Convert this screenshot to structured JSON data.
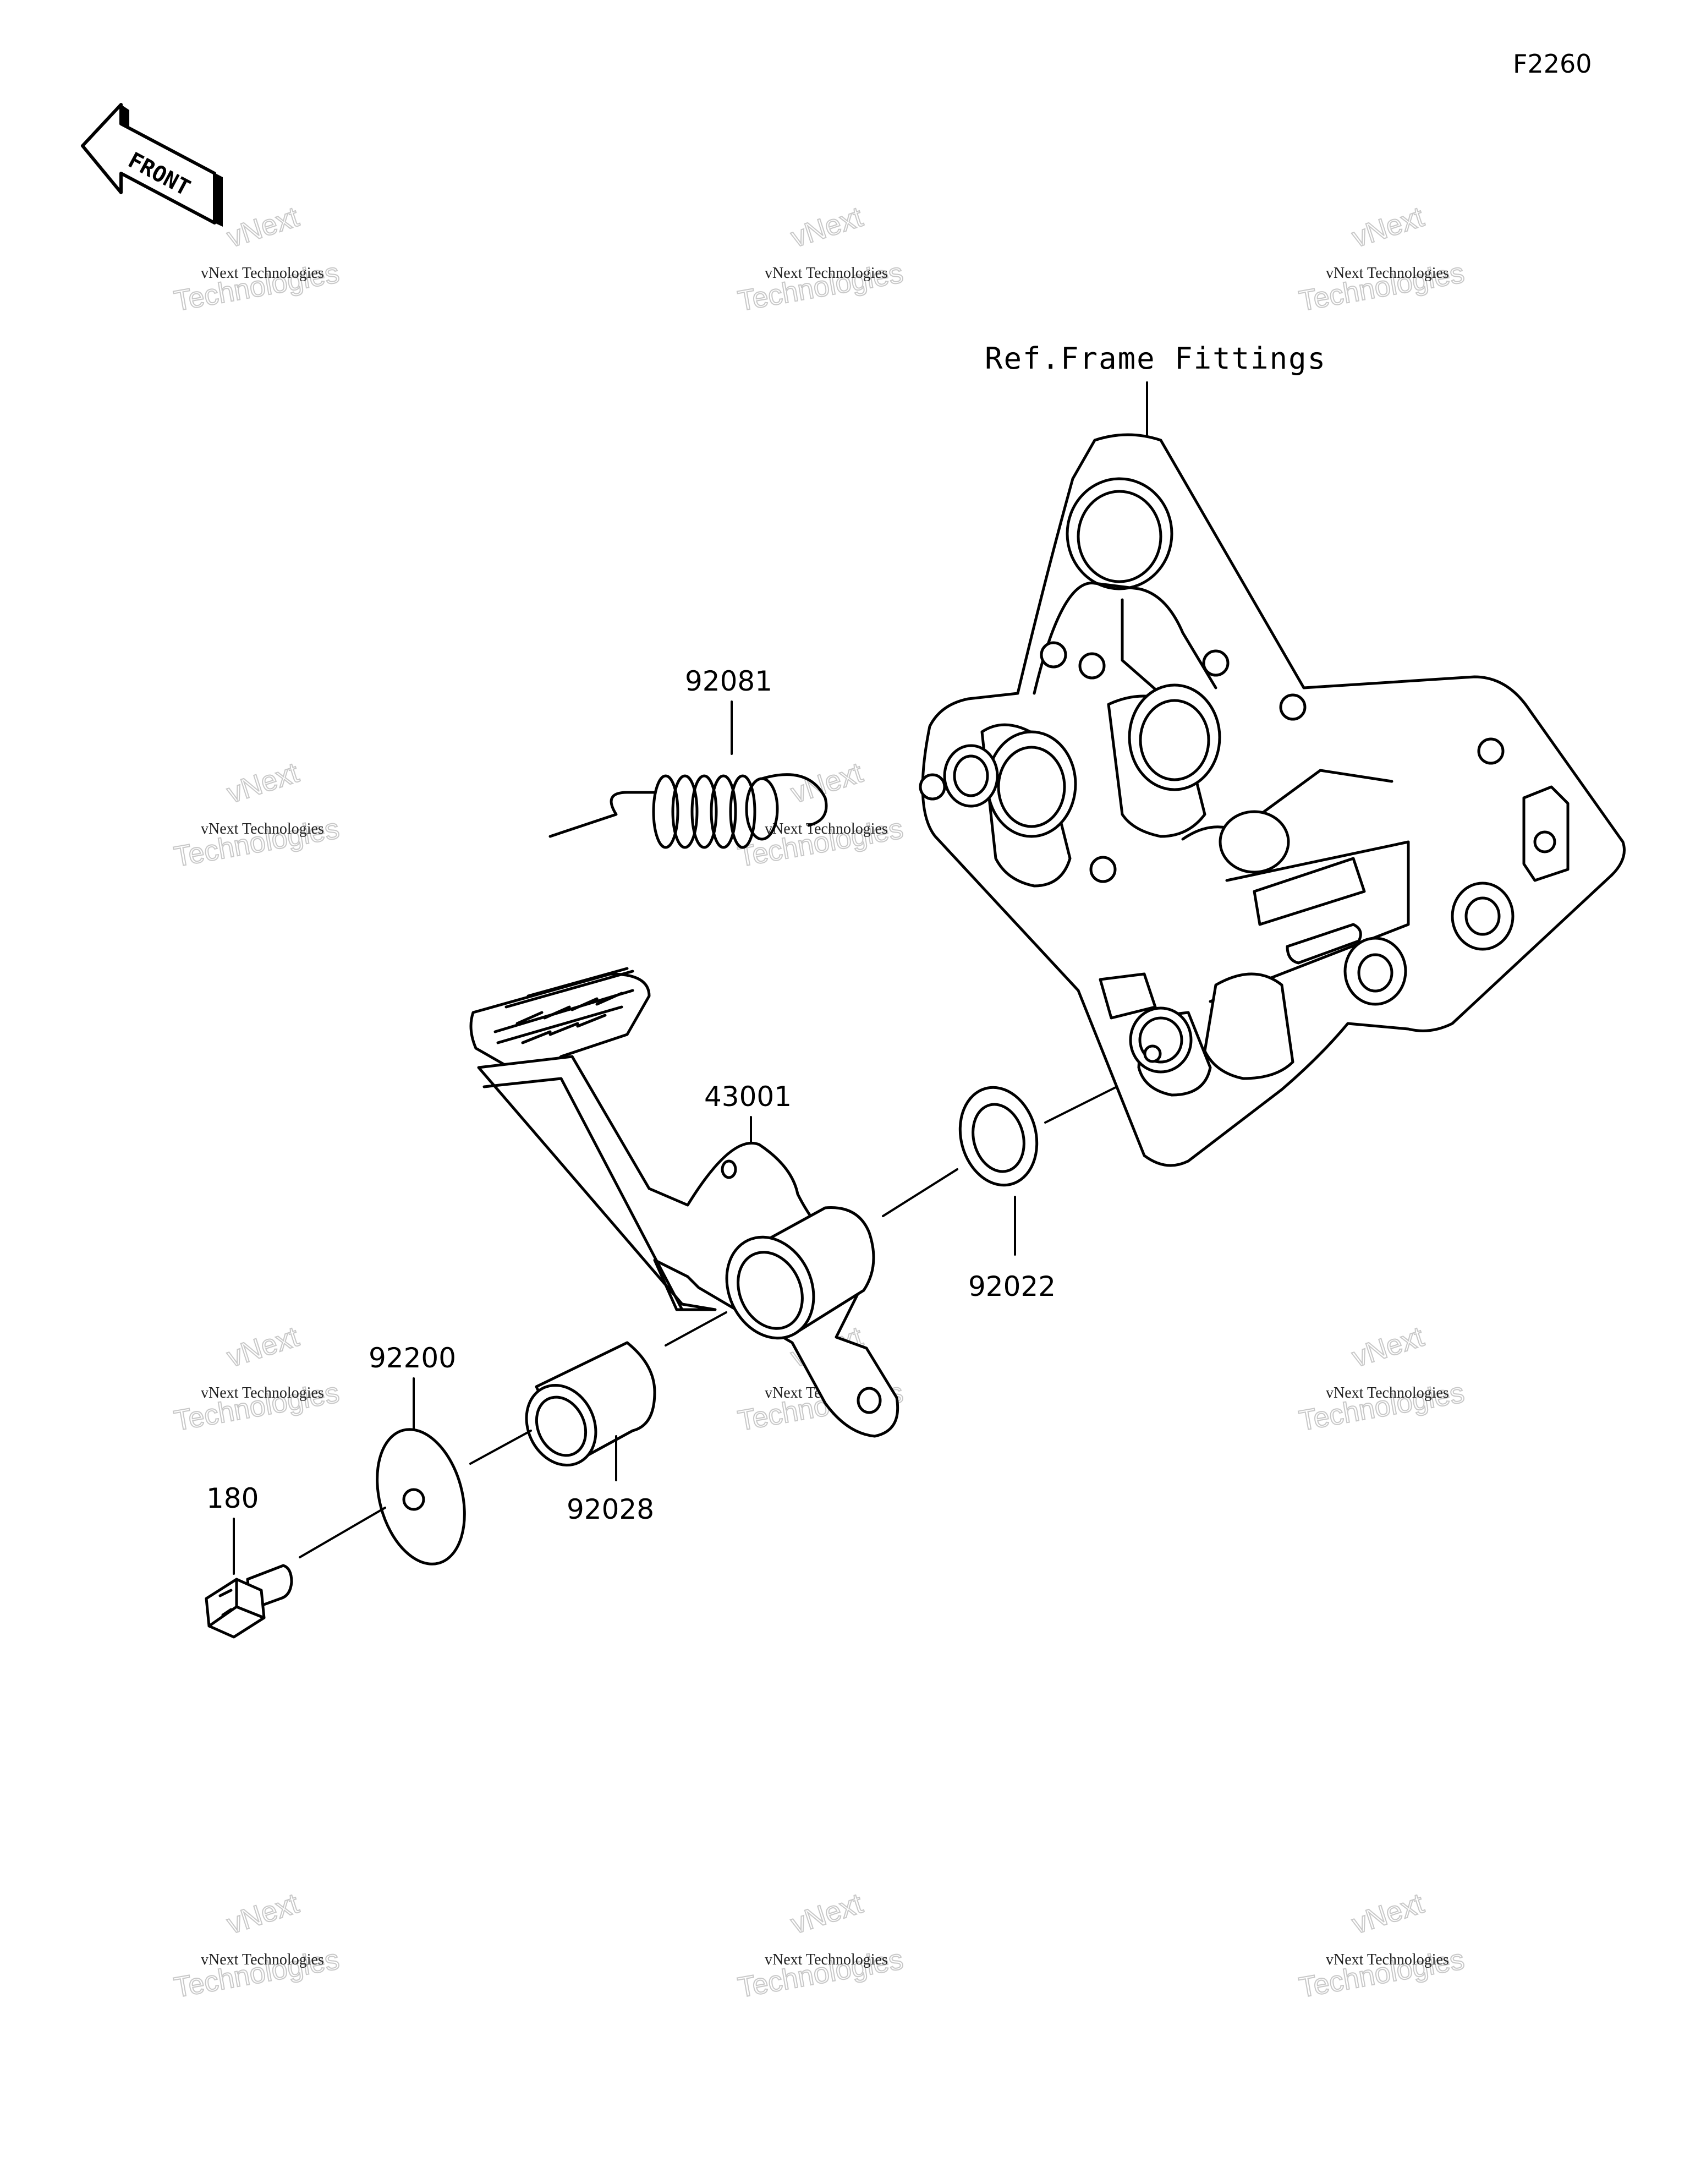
{
  "diagram_code": "F2260",
  "front_indicator": "FRONT",
  "reference_label": "Ref.Frame Fittings",
  "parts": [
    {
      "number": "92081"
    },
    {
      "number": "43001"
    },
    {
      "number": "92022"
    },
    {
      "number": "92200"
    },
    {
      "number": "92028"
    },
    {
      "number": "180"
    }
  ],
  "watermark": {
    "line_small": "vNext Technologies",
    "line_big_1": "vNext",
    "line_big_2": "Technologies"
  }
}
